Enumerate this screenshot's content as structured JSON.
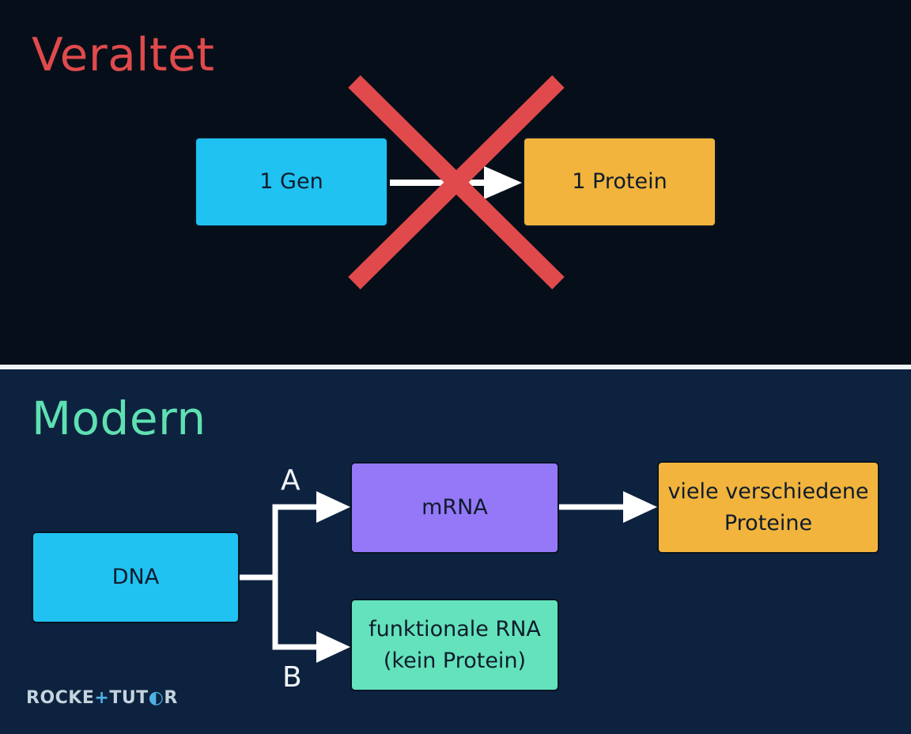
{
  "top": {
    "heading": "Veraltet",
    "gene_box": "1 Gen",
    "protein_box": "1 Protein",
    "crossed_out": true
  },
  "bottom": {
    "heading": "Modern",
    "dna_box": "DNA",
    "branch_a_label": "A",
    "branch_b_label": "B",
    "mrna_box": "mRNA",
    "proteins_box_line1": "viele verschiedene",
    "proteins_box_line2": "Proteine",
    "functional_rna_line1": "funktionale RNA",
    "functional_rna_line2": "(kein Protein)"
  },
  "brand": {
    "part1": "ROCKE",
    "plus": "+",
    "part2": "TUT",
    "part3": "R"
  },
  "colors": {
    "veraltet_red": "#e04a4c",
    "modern_green": "#5fe0b2",
    "blue_box": "#20c2f2",
    "orange_box": "#f2b43c",
    "purple_box": "#9478f7",
    "green_box": "#64e2bc",
    "top_bg": "#060f19",
    "bottom_bg": "#0d223f"
  },
  "icons": {
    "cross": "x-mark-icon",
    "arrow": "arrow-right-icon"
  }
}
